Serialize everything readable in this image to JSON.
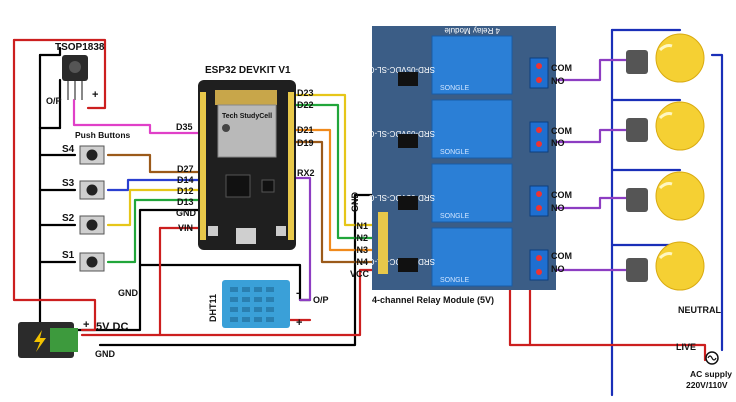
{
  "sensor": {
    "name": "TSOP1838",
    "out_label": "O/P",
    "plus": "+"
  },
  "buttons": {
    "title": "Push Buttons",
    "labels": [
      "S4",
      "S3",
      "S2",
      "S1"
    ]
  },
  "esp32": {
    "title": "ESP32 DEVKIT V1",
    "brand": "Tech StudyCell",
    "left_pins": [
      "D35",
      "D27",
      "D14",
      "D12",
      "D13",
      "GND",
      "VIN"
    ],
    "right_pins": [
      "D23",
      "D22",
      "D21",
      "D19",
      "RX2"
    ]
  },
  "relay": {
    "board_title": "4 Relay Module",
    "caption": "4-channel Relay Module (5V)",
    "inputs": [
      "GND",
      "IN1",
      "IN2",
      "IN3",
      "IN4",
      "VCC"
    ],
    "relay_text": "SRD-05VDC-SL-C",
    "brand": "SONGLE",
    "com": "COM",
    "no": "NO"
  },
  "dht": {
    "name": "DHT11",
    "minus": "-",
    "plus": "+",
    "out_label": "O/P"
  },
  "power": {
    "label": "5V DC",
    "plus": "+",
    "gnd": "GND"
  },
  "gnd_label": "GND",
  "ac": {
    "neutral": "NEUTRAL",
    "live": "LIVE",
    "supply_line1": "AC supply",
    "supply_line2": "220V/110V"
  },
  "colors": {
    "gnd": "#000000",
    "power": "#cc1f1f",
    "neutral": "#1a2fb8",
    "live": "#cc1f1f",
    "signal_pink": "#e040c8",
    "wire_brown": "#9b5a1a",
    "wire_blue": "#2a3fd0",
    "wire_yellow": "#e6c619",
    "wire_green": "#21a63a",
    "wire_purple": "#8d3dc2",
    "wire_orange": "#f08a1c",
    "relay_board": "#3b5d86",
    "relay_block": "#2b7fd6",
    "esp_board": "#1f1f1f",
    "dht_body": "#3aa0d8"
  }
}
